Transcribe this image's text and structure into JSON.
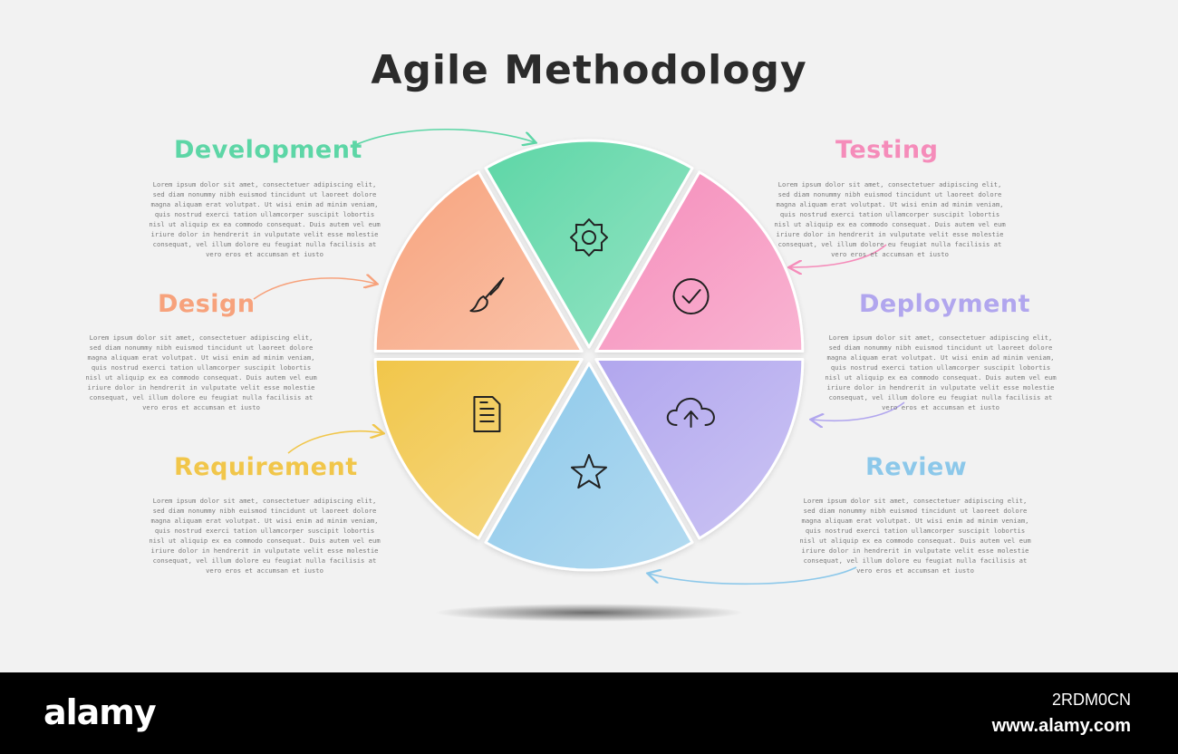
{
  "title": "Agile Methodology",
  "lorem": "Lorem ipsum dolor sit amet, consectetuer adipiscing elit, sed diam nonummy nibh euismod tincidunt ut laoreet dolore magna aliquam erat volutpat. Ut wisi enim ad minim veniam, quis nostrud exerci tation ullamcorper suscipit lobortis nisl ut aliquip ex ea commodo consequat. Duis autem vel eum iriure dolor in hendrerit in vulputate velit esse molestie consequat, vel illum dolore eu feugiat nulla facilisis at vero eros et accumsan et iusto",
  "stages": [
    {
      "key": "development",
      "label": "Development",
      "color": "#5dd6a6",
      "icon": "gear-icon"
    },
    {
      "key": "testing",
      "label": "Testing",
      "color": "#f58cba",
      "icon": "checkmark-circle-icon"
    },
    {
      "key": "deployment",
      "label": "Deployment",
      "color": "#b1a6ee",
      "icon": "cloud-upload-icon"
    },
    {
      "key": "review",
      "label": "Review",
      "color": "#8cc8ea",
      "icon": "star-icon"
    },
    {
      "key": "requirement",
      "label": "Requirement",
      "color": "#f1c64a",
      "icon": "document-icon"
    },
    {
      "key": "design",
      "label": "Design",
      "color": "#f7a27c",
      "icon": "brush-icon"
    }
  ],
  "footer": {
    "brand": "alamy",
    "image_id": "2RDM0CN",
    "site": "www.alamy.com"
  }
}
